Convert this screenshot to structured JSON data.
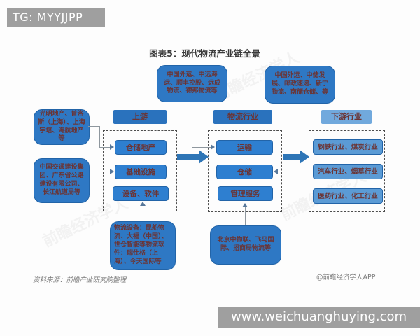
{
  "top_bar": {
    "text": "TG: MYYJJPP"
  },
  "bottom_bar": {
    "text": "www.weichuanghuying.com"
  },
  "title": "图表5：现代物流产业链全景",
  "source": "资料来源：前瞻产业研究院整理",
  "credit": "@前瞻经济学人APP",
  "watermark": "前瞻经济学人",
  "colors": {
    "primary-blue": "#2e78c4",
    "node-blue": "#2e7fd0",
    "header-blue": "#2a72bd",
    "light-blue": "#5b9bd5",
    "light-blue-header": "#71a9dd",
    "box-border": "#2264a8",
    "box-text": "#6b3434",
    "arrow-blue": "#2e75b6",
    "bar-gray": "#9f9f9f"
  },
  "chart": {
    "callouts": {
      "transport": "中国外运、中远海运、顺丰控股、远成物流、德邦物流等",
      "warehouse": "中国外运、中储发展、邮政速递、新宁物流、南储仓储、等",
      "realestate": "光明地产、普洛斯（上海）、上海宇培、海航地产等",
      "infrastructure": "中国交通建设集团、广东省公路建设有限公司、长江航道局等",
      "equipment": "物流设备：昆船物流、大福（中国）、世仓智能等物流软件：瑞仕格（上海）、今天国际等",
      "management": "北京中物联、飞马国际、招商局物流等"
    },
    "columns": {
      "upstream": {
        "header": "上游",
        "items": [
          "仓储地产",
          "基础设施",
          "设备、软件"
        ]
      },
      "logistics": {
        "header": "物流行业",
        "items": [
          "运输",
          "仓储",
          "管理服务"
        ]
      },
      "downstream": {
        "header": "下游行业",
        "items": [
          "钢铁行业、煤炭行业",
          "汽车行业、烟草行业",
          "医药行业、化工行业"
        ]
      }
    }
  }
}
